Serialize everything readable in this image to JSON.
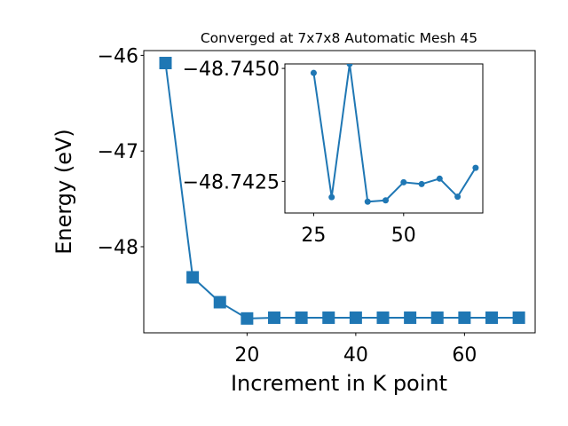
{
  "chart_data": [
    {
      "type": "line",
      "title": "Converged at 7x7x8 Automatic Mesh 45",
      "xlabel": "Increment in K point",
      "ylabel": "Energy (eV)",
      "xlim": [
        1,
        73
      ],
      "ylim": [
        -48.9,
        -45.95
      ],
      "xticks": [
        20,
        40,
        60
      ],
      "yticks": [
        -46,
        -47,
        -48
      ],
      "ytick_labels": [
        "−46",
        "−47",
        "−48"
      ],
      "marker": "square",
      "color": "#1f77b4",
      "grid": false,
      "x": [
        5,
        10,
        15,
        20,
        25,
        30,
        35,
        40,
        45,
        50,
        55,
        60,
        65,
        70
      ],
      "y": [
        -46.08,
        -48.32,
        -48.58,
        -48.75,
        -48.742,
        -48.742,
        -48.742,
        -48.742,
        -48.742,
        -48.742,
        -48.742,
        -48.742,
        -48.742,
        -48.742
      ]
    },
    {
      "type": "line",
      "role": "inset",
      "title": "",
      "xlim": [
        17,
        72
      ],
      "ylim": [
        -48.7418,
        -48.7451
      ],
      "xticks": [
        25,
        50
      ],
      "yticks": [
        -48.745,
        -48.7425
      ],
      "ytick_labels": [
        "−48.7450",
        "−48.7425"
      ],
      "marker": "circle",
      "color": "#1f77b4",
      "grid": false,
      "x": [
        25,
        30,
        35,
        40,
        45,
        50,
        55,
        60,
        65,
        70
      ],
      "y": [
        -48.7449,
        -48.74215,
        -48.7451,
        -48.74205,
        -48.74208,
        -48.74248,
        -48.74244,
        -48.74256,
        -48.74216,
        -48.7428
      ]
    }
  ]
}
